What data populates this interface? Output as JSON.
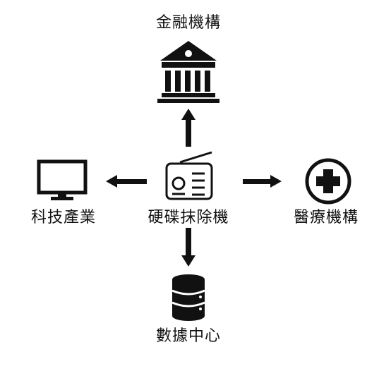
{
  "diagram": {
    "center": {
      "label": "硬碟抹除機",
      "icon": "radio-icon"
    },
    "top": {
      "label": "金融機構",
      "icon": "bank-building-icon"
    },
    "left": {
      "label": "科技產業",
      "icon": "monitor-icon"
    },
    "right": {
      "label": "醫療機構",
      "icon": "medical-cross-icon"
    },
    "bottom": {
      "label": "數據中心",
      "icon": "database-icon"
    }
  }
}
